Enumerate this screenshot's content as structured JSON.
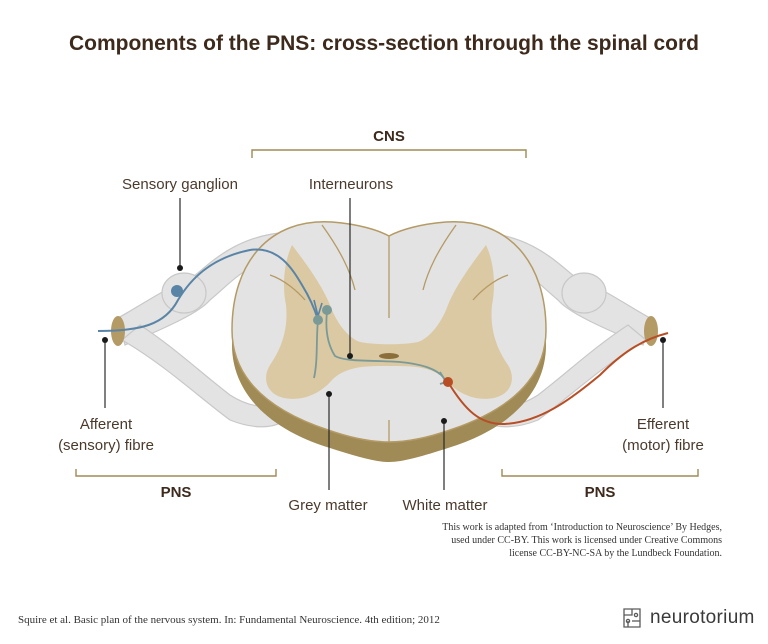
{
  "title": "Components of the PNS: cross-section through the spinal cord",
  "labels": {
    "cns": "CNS",
    "sensory_ganglion": "Sensory ganglion",
    "interneurons": "Interneurons",
    "afferent_line1": "Afferent",
    "afferent_line2": "(sensory) fibre",
    "efferent_line1": "Efferent",
    "efferent_line2": "(motor) fibre",
    "pns_left": "PNS",
    "pns_right": "PNS",
    "grey_matter": "Grey matter",
    "white_matter": "White matter"
  },
  "credit": {
    "line1": "This work is adapted from ‘Introduction to Neuroscience’ By Hedges,",
    "line2": "used under CC-BY. This work is licensed under Creative Commons",
    "line3": "license CC-BY-NC-SA by the Lundbeck Foundation."
  },
  "source": "Squire et al. Basic plan of the nervous system. In: Fundamental Neuroscience. 4th edition; 2012",
  "brand": {
    "name": "neurotorium",
    "icon": "neurotorium-logo-icon"
  },
  "colors": {
    "white_matter": "#e3e3e3",
    "grey_matter": "#dbc9a3",
    "cord_shadow": "#a08a55",
    "outline": "#b49a65",
    "afferent_fibre": "#5a84a6",
    "efferent_fibre": "#b84e25",
    "interneuron": "#7a9a98",
    "text": "#3d2a1c"
  }
}
